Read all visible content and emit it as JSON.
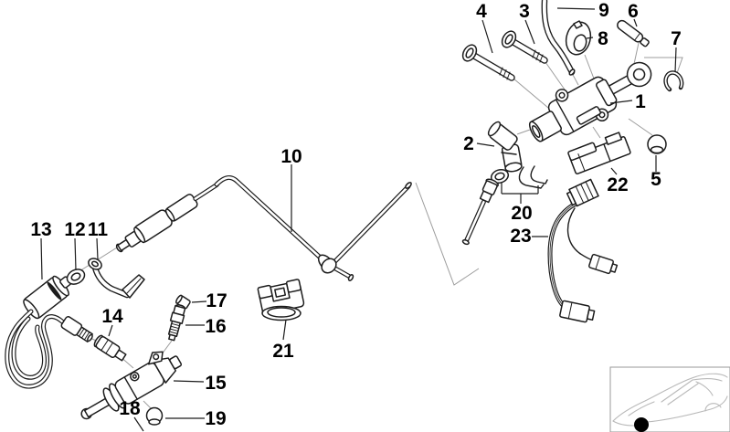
{
  "callouts": {
    "c1": "1",
    "c2": "2",
    "c3": "3",
    "c4": "4",
    "c5": "5",
    "c6": "6",
    "c7": "7",
    "c8": "8",
    "c9": "9",
    "c10": "10",
    "c11": "11",
    "c12": "12",
    "c13": "13",
    "c14": "14",
    "c15": "15",
    "c16": "16",
    "c17": "17",
    "c18": "18",
    "c19": "19",
    "c20": "20",
    "c21": "21",
    "c22": "22",
    "c23": "23"
  },
  "colors": {
    "ink": "#1c1c1c",
    "assembly_line": "#9c9c9c",
    "thumbnail_outline": "#b9b9b9",
    "location_dot": "#000000",
    "background": "#ffffff"
  }
}
